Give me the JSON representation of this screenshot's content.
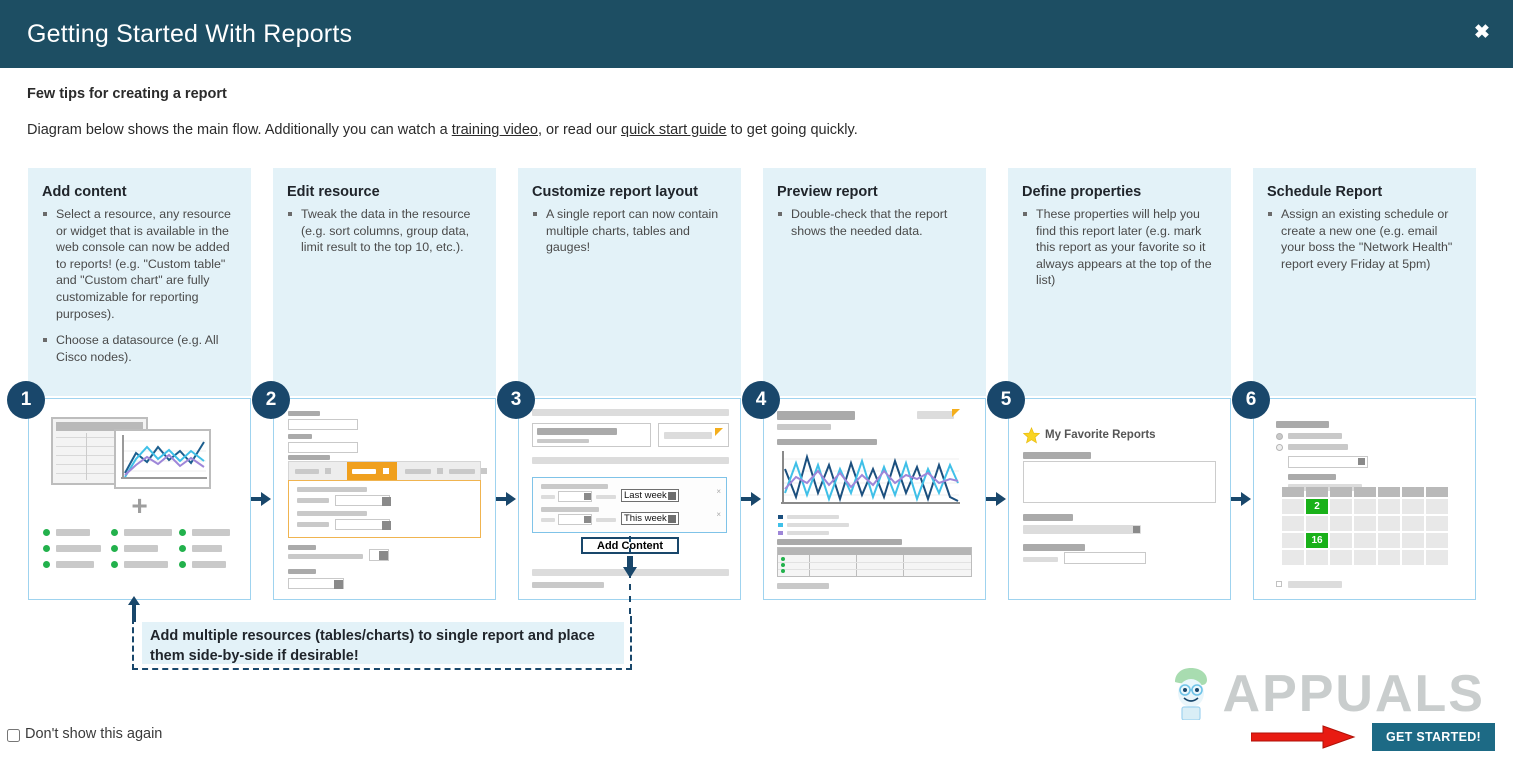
{
  "header": {
    "title": "Getting Started With Reports",
    "close_label": "✖",
    "bg_color": "#1d4e63"
  },
  "intro": {
    "heading": "Few tips for creating a report",
    "text_before": "Diagram below shows the main flow. Additionally you can watch a ",
    "link1": "training video",
    "text_mid": ", or read our ",
    "link2": "quick start guide",
    "text_after": " to get going quickly."
  },
  "steps": [
    {
      "number": "1",
      "title": "Add content",
      "bullets": [
        "Select a resource, any resource or widget that is available in the web console can now be added to reports! (e.g. \"Custom table\" and \"Custom chart\" are fully customizable for reporting purposes).",
        "Choose a datasource (e.g. All Cisco nodes)."
      ]
    },
    {
      "number": "2",
      "title": "Edit resource",
      "bullets": [
        "Tweak the data in the resource (e.g. sort columns, group data, limit result to the top 10, etc.)."
      ]
    },
    {
      "number": "3",
      "title": "Customize report layout",
      "bullets": [
        "A single report can now contain multiple charts, tables and gauges!"
      ]
    },
    {
      "number": "4",
      "title": "Preview report",
      "bullets": [
        "Double-check that the report shows the needed data."
      ]
    },
    {
      "number": "5",
      "title": "Define properties",
      "bullets": [
        "These properties will help you find this report later (e.g. mark this report as your favorite so it always appears at the top of the list)"
      ]
    },
    {
      "number": "6",
      "title": "Schedule Report",
      "bullets": [
        "Assign an existing schedule or create a new one (e.g. email your boss the \"Network Health\" report every Friday at 5pm)"
      ]
    }
  ],
  "panel3": {
    "select1": "Last week",
    "select2": "This week",
    "add_content_button": "Add Content"
  },
  "panel5": {
    "favorites_title": "My Favorite Reports"
  },
  "panel6": {
    "day_a": "2",
    "day_b": "16"
  },
  "callout": {
    "line1": "Add multiple resources (tables/charts) to single report and place",
    "line2": "them side-by-side if desirable!"
  },
  "footer": {
    "dont_show_label": "Don't show this again",
    "get_started_label": "GET STARTED!",
    "watermark": "APPUALS",
    "button_color": "#1d6a85"
  }
}
